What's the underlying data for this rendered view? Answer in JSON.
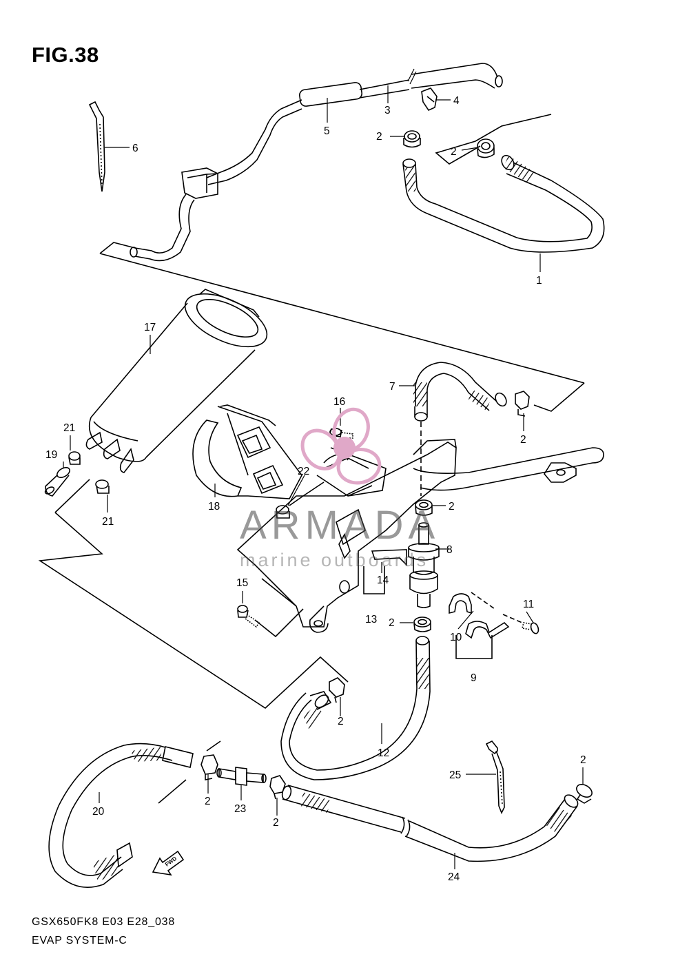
{
  "figure": {
    "title": "FIG.38",
    "model_code": "GSX650FK8 E03 E28_038",
    "section_name": "EVAP SYSTEM-C"
  },
  "watermark": {
    "brand": "ARMADA",
    "tagline": "marine outboards",
    "logo_color": "#e0a8c8"
  },
  "direction_badge": "FWD",
  "callouts": [
    {
      "id": "c1",
      "text": "1"
    },
    {
      "id": "c2a",
      "text": "2"
    },
    {
      "id": "c2b",
      "text": "2"
    },
    {
      "id": "c2c",
      "text": "2"
    },
    {
      "id": "c2d",
      "text": "2"
    },
    {
      "id": "c2e",
      "text": "2"
    },
    {
      "id": "c2f",
      "text": "2"
    },
    {
      "id": "c2g",
      "text": "2"
    },
    {
      "id": "c2h",
      "text": "2"
    },
    {
      "id": "c2i",
      "text": "2"
    },
    {
      "id": "c3",
      "text": "3"
    },
    {
      "id": "c4",
      "text": "4"
    },
    {
      "id": "c5",
      "text": "5"
    },
    {
      "id": "c6",
      "text": "6"
    },
    {
      "id": "c7",
      "text": "7"
    },
    {
      "id": "c8",
      "text": "8"
    },
    {
      "id": "c9",
      "text": "9"
    },
    {
      "id": "c10",
      "text": "10"
    },
    {
      "id": "c11",
      "text": "11"
    },
    {
      "id": "c12",
      "text": "12"
    },
    {
      "id": "c13",
      "text": "13"
    },
    {
      "id": "c14",
      "text": "14"
    },
    {
      "id": "c15",
      "text": "15"
    },
    {
      "id": "c16",
      "text": "16"
    },
    {
      "id": "c17",
      "text": "17"
    },
    {
      "id": "c18",
      "text": "18"
    },
    {
      "id": "c19",
      "text": "19"
    },
    {
      "id": "c20",
      "text": "20"
    },
    {
      "id": "c21a",
      "text": "21"
    },
    {
      "id": "c21b",
      "text": "21"
    },
    {
      "id": "c22",
      "text": "22"
    },
    {
      "id": "c23",
      "text": "23"
    },
    {
      "id": "c24",
      "text": "24"
    },
    {
      "id": "c25",
      "text": "25"
    }
  ]
}
